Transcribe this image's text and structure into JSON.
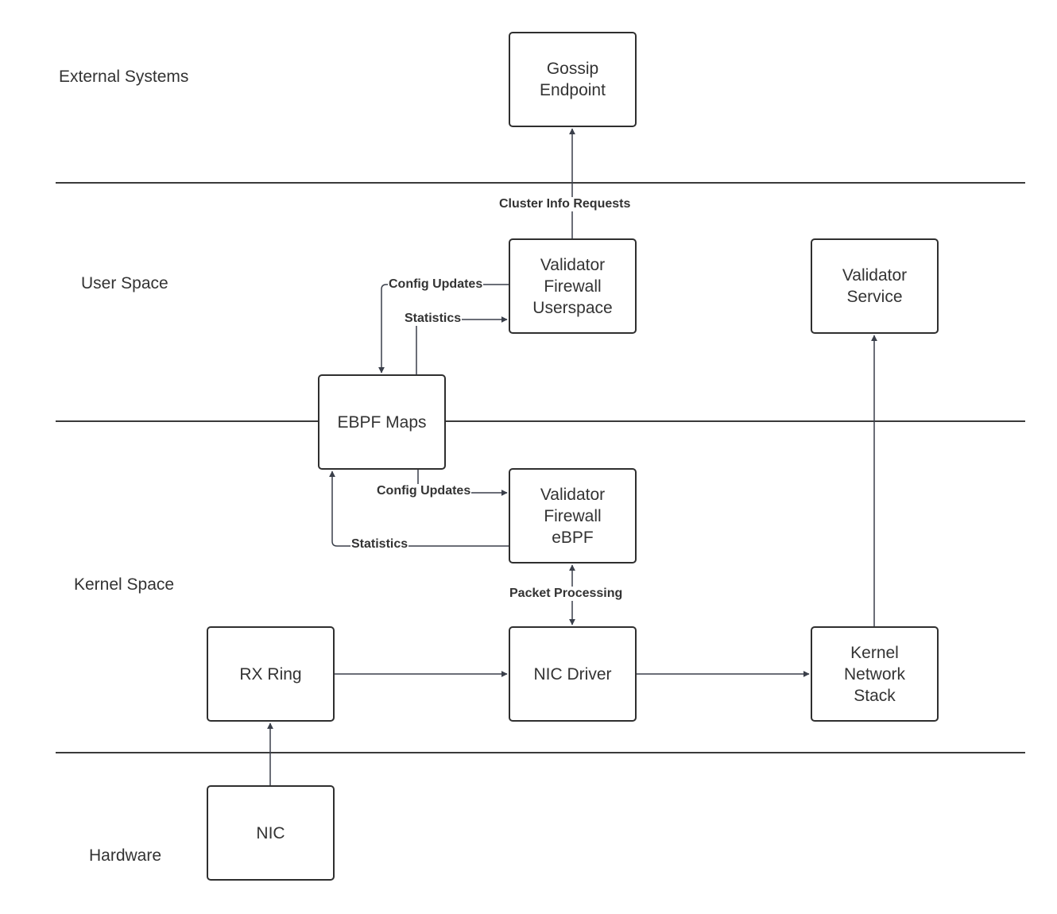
{
  "layers": [
    {
      "key": "external",
      "label": "External Systems"
    },
    {
      "key": "user",
      "label": "User Space"
    },
    {
      "key": "kernel",
      "label": "Kernel Space"
    },
    {
      "key": "hardware",
      "label": "Hardware"
    }
  ],
  "nodes": {
    "gossip": {
      "label": "Gossip\nEndpoint"
    },
    "fw_user": {
      "label": "Validator\nFirewall\nUserspace"
    },
    "validator_service": {
      "label": "Validator\nService"
    },
    "ebpf_maps": {
      "label": "EBPF Maps"
    },
    "fw_ebpf": {
      "label": "Validator\nFirewall\neBPF"
    },
    "rx_ring": {
      "label": "RX Ring"
    },
    "nic_driver": {
      "label": "NIC Driver"
    },
    "kernel_stack": {
      "label": "Kernel\nNetwork\nStack"
    },
    "nic": {
      "label": "NIC"
    }
  },
  "edges": {
    "cluster_info": {
      "label": "Cluster Info Requests"
    },
    "config_user": {
      "label": "Config Updates"
    },
    "stats_user": {
      "label": "Statistics"
    },
    "config_kernel": {
      "label": "Config Updates"
    },
    "stats_kernel": {
      "label": "Statistics"
    },
    "packet_processing": {
      "label": "Packet Processing"
    }
  },
  "colors": {
    "stroke": "#3a3f4a",
    "text": "#333333",
    "background": "#ffffff"
  }
}
